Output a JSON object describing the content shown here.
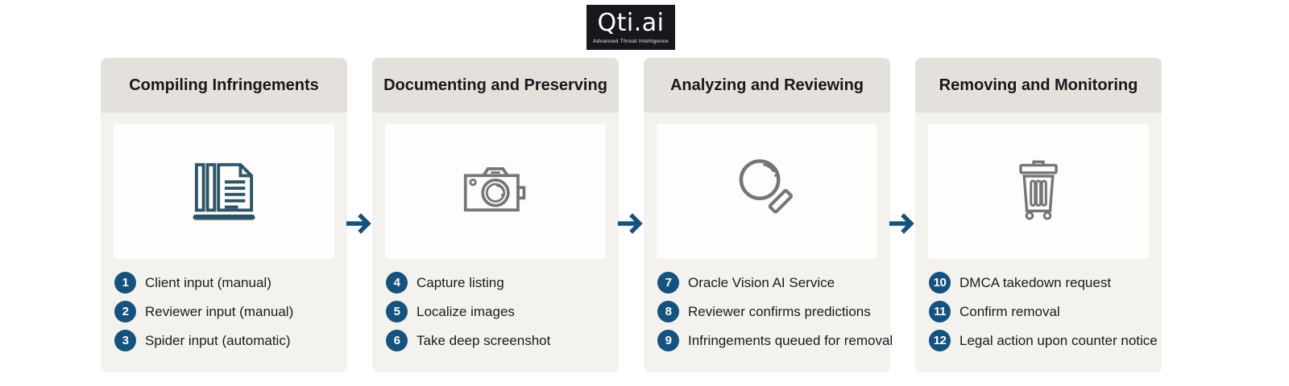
{
  "logo": {
    "title": "Qti.ai",
    "subtitle": "Advanced Threat Intelligence",
    "bg_color": "#17171e"
  },
  "colors": {
    "accent_blue": "#15527d",
    "icon_teal": "#2e5566",
    "icon_gray": "#757575",
    "column_header_bg": "#e4e1dc",
    "column_body_bg": "#f4f2ee",
    "card_bg": "#fdfdfc"
  },
  "columns": [
    {
      "title": "Compiling Infringements",
      "icon": "documents-icon",
      "items": [
        {
          "num": "1",
          "label": "Client input (manual)"
        },
        {
          "num": "2",
          "label": "Reviewer input (manual)"
        },
        {
          "num": "3",
          "label": "Spider input (automatic)"
        }
      ]
    },
    {
      "title": "Documenting and Preserving",
      "icon": "camera-icon",
      "items": [
        {
          "num": "4",
          "label": "Capture listing"
        },
        {
          "num": "5",
          "label": "Localize images"
        },
        {
          "num": "6",
          "label": "Take deep screenshot"
        }
      ]
    },
    {
      "title": "Analyzing and Reviewing",
      "icon": "magnifier-icon",
      "items": [
        {
          "num": "7",
          "label": "Oracle Vision AI Service"
        },
        {
          "num": "8",
          "label": "Reviewer confirms predictions"
        },
        {
          "num": "9",
          "label": "Infringements queued for removal"
        }
      ]
    },
    {
      "title": "Removing and Monitoring",
      "icon": "trash-icon",
      "items": [
        {
          "num": "10",
          "label": "DMCA takedown request"
        },
        {
          "num": "11",
          "label": "Confirm removal"
        },
        {
          "num": "12",
          "label": "Legal action upon counter notice"
        }
      ]
    }
  ]
}
